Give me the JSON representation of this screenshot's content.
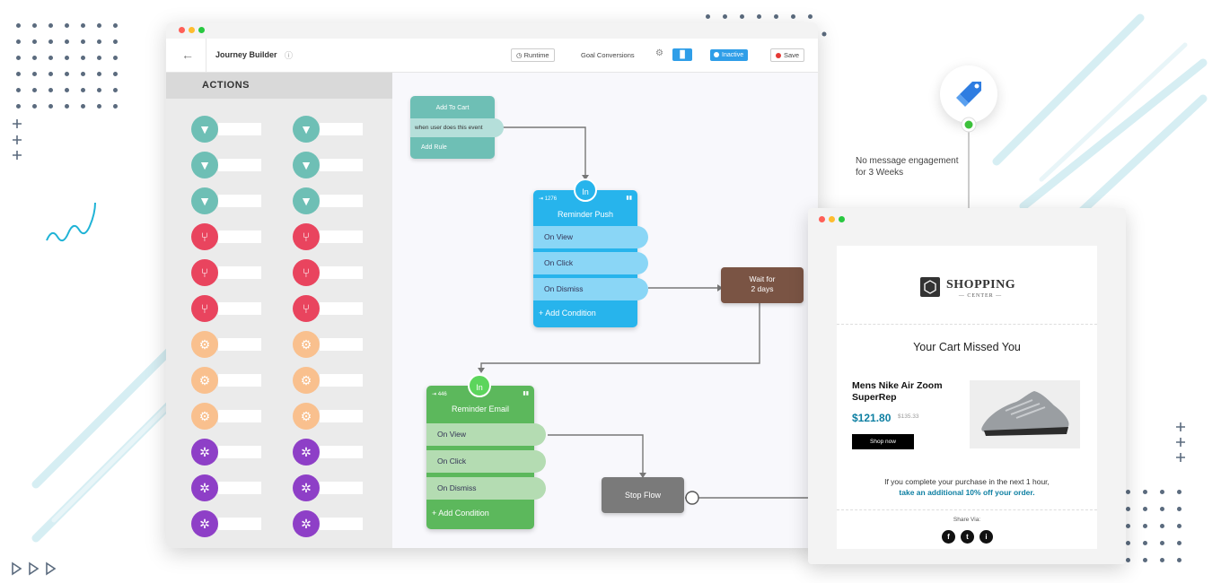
{
  "toolbar": {
    "back_icon": "arrow-left-icon",
    "title": "Journey Builder",
    "info_icon": "info-icon",
    "runtime_label": "Runtime",
    "goal_label": "Goal Conversions",
    "inactive_label": "Inactive",
    "save_label": "Save"
  },
  "window_dots": [
    "#ff5f57",
    "#febc2e",
    "#28c840"
  ],
  "actions": {
    "header": "ACTIONS",
    "groups": [
      {
        "icon": "filter-icon",
        "color": "#6ebfb5",
        "rows": 3
      },
      {
        "icon": "split-icon",
        "color": "#e9445e",
        "rows": 3
      },
      {
        "icon": "gear-icon",
        "color": "#f9c08e",
        "rows": 3
      },
      {
        "icon": "shuffle-icon",
        "color": "#8e3fc7",
        "rows": 3
      }
    ]
  },
  "nodes": {
    "add_to_cart": {
      "title": "Add To Cart",
      "trigger": "when user does this event",
      "add_rule": "Add Rule"
    },
    "reminder_push": {
      "badge": "In",
      "count": "1276",
      "title": "Reminder Push",
      "options": [
        "On View",
        "On Click",
        "On Dismiss"
      ],
      "add_condition": "+ Add Condition"
    },
    "wait": {
      "line1": "Wait for",
      "line2": "2 days"
    },
    "reminder_email": {
      "badge": "In",
      "count": "446",
      "title": "Reminder Email",
      "options": [
        "On View",
        "On Click",
        "On Dismiss"
      ],
      "add_condition": "+ Add Condition"
    },
    "stop": {
      "label": "Stop Flow"
    }
  },
  "segment": {
    "icon": "tag-icon",
    "note_line1": "No message engagement",
    "note_line2": "for 3 Weeks"
  },
  "email": {
    "logo_main": "SHOPPING",
    "logo_sub": "CENTER",
    "headline": "Your Cart Missed You",
    "product_name": "Mens Nike Air Zoom SuperRep",
    "price": "$121.80",
    "old_price": "$135.33",
    "cta": "Shop now",
    "promo_line1": "If you complete your purchase in the next 1 hour,",
    "promo_line2": "take an additional 10% off your order.",
    "share_label": "Share Via:",
    "socials": [
      "f",
      "t",
      "i"
    ]
  }
}
